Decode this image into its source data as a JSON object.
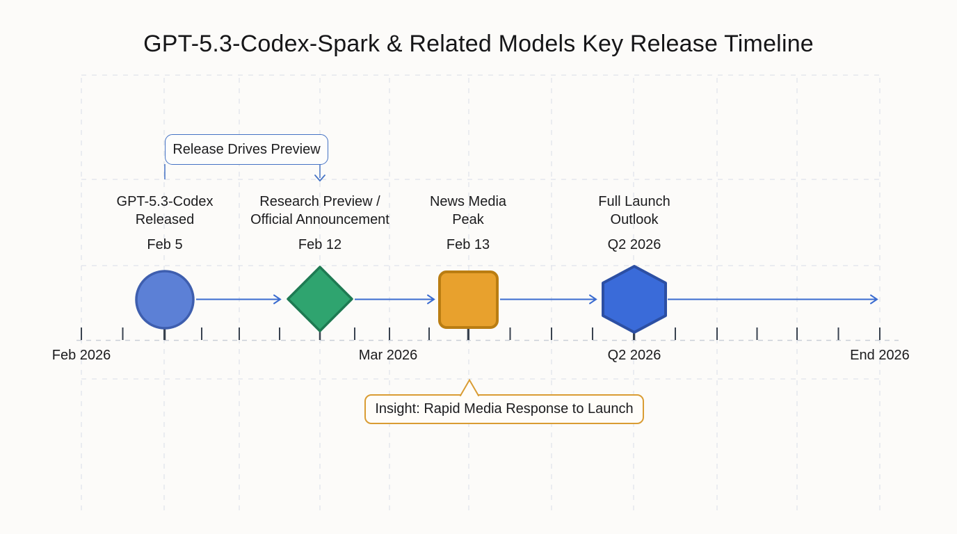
{
  "title": "GPT-5.3-Codex-Spark & Related Models Key Release Timeline",
  "callouts": {
    "top": {
      "text": "Release Drives Preview"
    },
    "bottom": {
      "text": "Insight: Rapid Media Response to Launch"
    }
  },
  "milestones": [
    {
      "name_lines": [
        "GPT-5.3-Codex",
        "Released"
      ],
      "date": "Feb 5",
      "shape": "circle",
      "fill": "#5c80d6",
      "stroke": "#3e5eae"
    },
    {
      "name_lines": [
        "Research Preview /",
        "Official Announcement"
      ],
      "date": "Feb 12",
      "shape": "diamond",
      "fill": "#2fa46f",
      "stroke": "#1e7a52"
    },
    {
      "name_lines": [
        "News Media",
        "Peak"
      ],
      "date": "Feb 13",
      "shape": "square",
      "fill": "#e8a12d",
      "stroke": "#ba7d12"
    },
    {
      "name_lines": [
        "Full Launch",
        "Outlook"
      ],
      "date": "Q2 2026",
      "shape": "hexagon",
      "fill": "#3a6bd9",
      "stroke": "#2c4fa3"
    }
  ],
  "axis": {
    "labels": [
      "Feb 2026",
      "Mar 2026",
      "Q2 2026",
      "End 2026"
    ]
  },
  "colors": {
    "background": "#fcfbf9",
    "title_text": "#161618",
    "label_text": "#1b1b1d",
    "arrow": "#3a6bd0",
    "grid": "#d9dde6",
    "axis_line": "#c9cfd8",
    "tick": "#39424f",
    "stem": "#39424f",
    "callout_top_border": "#4472c4",
    "callout_bottom_border": "#d99c33"
  }
}
